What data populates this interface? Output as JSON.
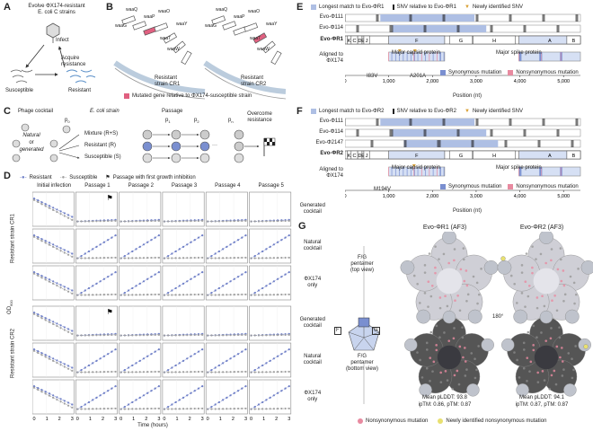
{
  "panelA": {
    "label": "A",
    "title": "Evolve ΦX174-resistant\nE. coli C strains",
    "infect": "Infect",
    "acquire": "Acquire\nresistance",
    "susceptible": "Susceptible",
    "resistant": "Resistant"
  },
  "panelB": {
    "label": "B",
    "genes": [
      "waaQ",
      "waaG",
      "waaP",
      "waaO",
      "waaR",
      "waaT",
      "waaY",
      "waaW",
      "waaU",
      "waaZ"
    ],
    "strain1": "Resistant\nstrain CR1",
    "strain2": "Resistant\nstrain CR2",
    "legend": "Mutated gene relative to ΦX174-susceptible strain",
    "mut_color": "#e06080"
  },
  "panelC": {
    "label": "C",
    "phage": "Phage cocktail",
    "p0": "p",
    "p0sub": "0",
    "natural": "Natural",
    "or": "or",
    "generated": "generated",
    "ecoli": "E. coli strain",
    "passage": "Passage",
    "mixture": "Mixture (R+S)",
    "resist": "Resistant (R)",
    "suscept": "Susceptible (S)",
    "overcome": "Overcome\nresistance",
    "p1": "p",
    "p1s": "1",
    "p2": "p",
    "p2s": "2",
    "pn": "p",
    "pns": "n",
    "dots": "···"
  },
  "panelD": {
    "label": "D",
    "leg_res": "Resistant",
    "leg_sus": "Susceptible",
    "leg_flag": "Passage with first growth inhibition",
    "cols": [
      "Initial infection",
      "Passage 1",
      "Passage 2",
      "Passage 3",
      "Passage 4",
      "Passage 5"
    ],
    "rows": [
      "Generated\ncocktail",
      "Natural\ncocktail",
      "ΦX174\nonly",
      "Generated\ncocktail",
      "Natural\ncocktail",
      "ΦX174\nonly"
    ],
    "ylab1": "Resistant strain CR1",
    "ylab2": "Resistant strain CR2",
    "od": "OD",
    "odsub": "600",
    "xlab": "Time (hours)",
    "ticks": [
      "0",
      "1",
      "2",
      "3"
    ],
    "res_color": "#7080c8",
    "sus_color": "#a0a0a0"
  },
  "panelE": {
    "label": "E",
    "leg1": "Longest match to Evo-ΦR1",
    "leg2": "SNV relative to Evo-ΦR1",
    "leg3": "Newly identified SNV",
    "r1": "Evo-Φ111",
    "r2": "Evo-Φ114",
    "r3": "Evo-ΦR1",
    "genes": [
      "K",
      "C",
      "D",
      "E",
      "J",
      "F",
      "G",
      "H",
      "A",
      "B"
    ],
    "aligned": "Aligned to\nΦX174",
    "cap": "Major capsid protein",
    "spike": "Major spike protein",
    "m1": "I83V",
    "m2": "A201A",
    "syn": "Synonymous mutation",
    "non": "Nonsynonymous mutation",
    "xlab": "Position (nt)",
    "ticks": [
      "0",
      "1,000",
      "2,000",
      "3,000",
      "4,000",
      "5,000"
    ]
  },
  "panelF": {
    "label": "F",
    "leg1": "Longest match to Evo-ΦR2",
    "leg2": "SNV relative to Evo-ΦR2",
    "leg3": "Newly identified SNV",
    "r1": "Evo-Φ111",
    "r2": "Evo-Φ114",
    "r3": "Evo-Φ2147",
    "r4": "Evo-ΦR2",
    "genes": [
      "K",
      "C",
      "D",
      "E",
      "J",
      "F",
      "G",
      "H",
      "A",
      "B"
    ],
    "aligned": "Aligned to\nΦX174",
    "cap": "Major capsid protein",
    "spike": "Major spike protein",
    "m1": "M194V",
    "syn": "Synonymous mutation",
    "non": "Nonsynonymous mutation",
    "xlab": "Position (nt)",
    "ticks": [
      "0",
      "1,000",
      "2,000",
      "3,000",
      "4,000",
      "5,000"
    ]
  },
  "panelG": {
    "label": "G",
    "t1": "Evo-ΦR1 (AF3)",
    "t2": "Evo-ΦR2 (AF3)",
    "top": "F/G\npentamer\n(top view)",
    "bottom": "F/G\npentamer\n(bottom view)",
    "F": "F",
    "G": "G",
    "rot": "180°",
    "s1a": "Mean pLDDT: 93.8",
    "s1b": "ipTM: 0.86, pTM: 0.87",
    "s2a": "Mean pLDDT: 94.1",
    "s2b": "ipTM: 0.87, pTM: 0.87",
    "leg_non": "Nonsynonymous mutation",
    "leg_new": "Newly identified nonsynonymous mutation"
  },
  "colors": {
    "blue": "#aebfe4",
    "pink": "#e88aa0",
    "gold": "#d9a032",
    "lightblue": "#d6e0f4"
  }
}
